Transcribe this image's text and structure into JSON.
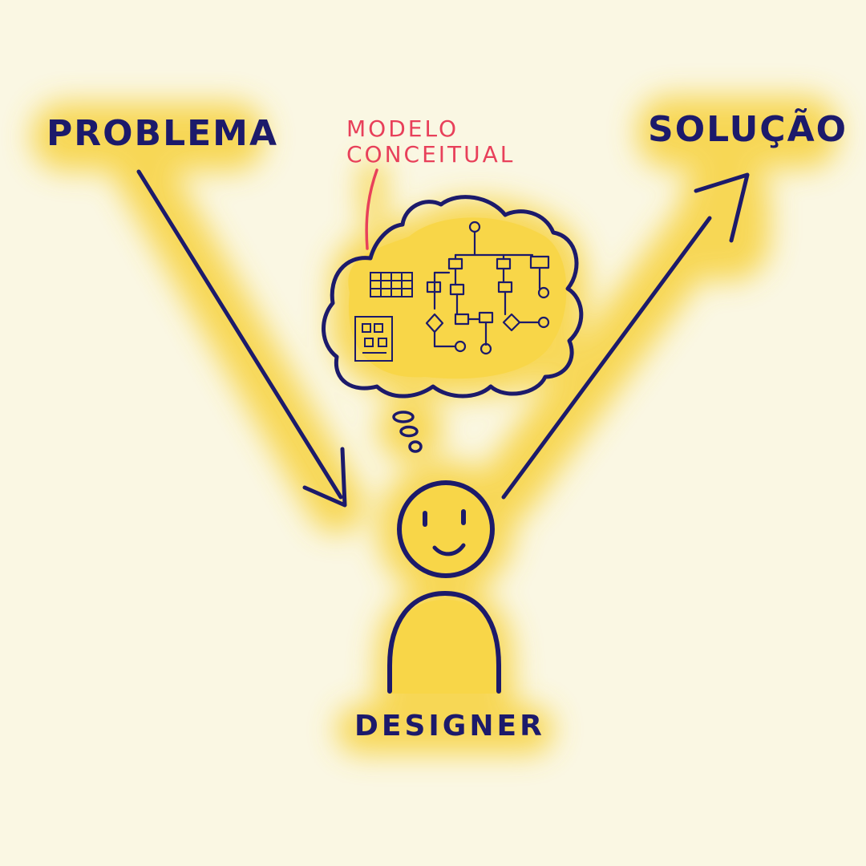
{
  "colors": {
    "background": "#faf7e3",
    "highlight": "#f7d23e",
    "ink": "#1c1a6b",
    "annotation": "#e8405a"
  },
  "labels": {
    "problem": "PROBLEMA",
    "solution": "SOLUÇÃO",
    "designer": "DESIGNER",
    "model_line1": "MODELO",
    "model_line2": "CONCEITUAL"
  },
  "icons": [
    "thought-cloud-icon",
    "smiley-face-icon",
    "person-body-icon",
    "arrow-down-right-icon",
    "arrow-up-right-icon"
  ]
}
